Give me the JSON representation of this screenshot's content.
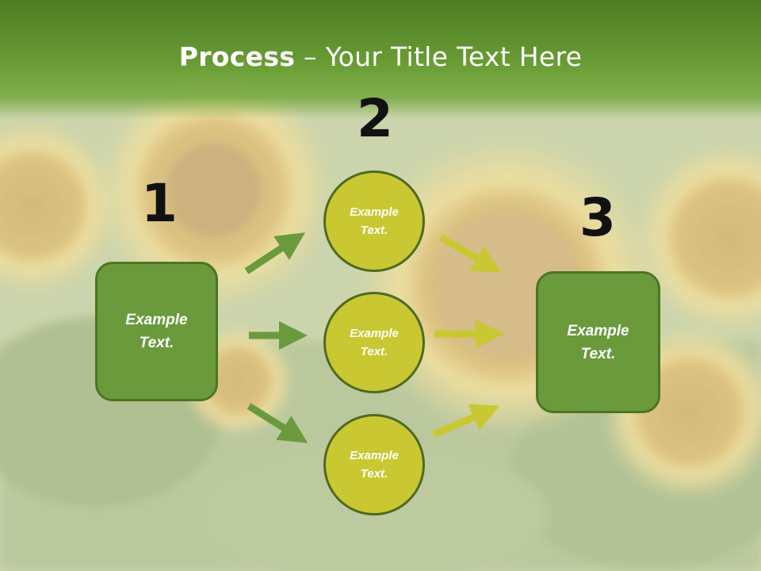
{
  "title": {
    "bold": "Process",
    "rest": " – Your Title Text Here"
  },
  "numbers": [
    "1",
    "2",
    "3"
  ],
  "left_box": {
    "label": "Example\nText."
  },
  "right_box": {
    "label": "Example\nText."
  },
  "circles": [
    {
      "label": "Example\nText."
    },
    {
      "label": "Example\nText."
    },
    {
      "label": "Example\nText."
    }
  ],
  "colors": {
    "header": "#6a9d35",
    "box_fill": "#6a9a3c",
    "circle_fill": "#c9c832",
    "arrow_left": "#6a9a3c",
    "arrow_right": "#c9c832"
  }
}
